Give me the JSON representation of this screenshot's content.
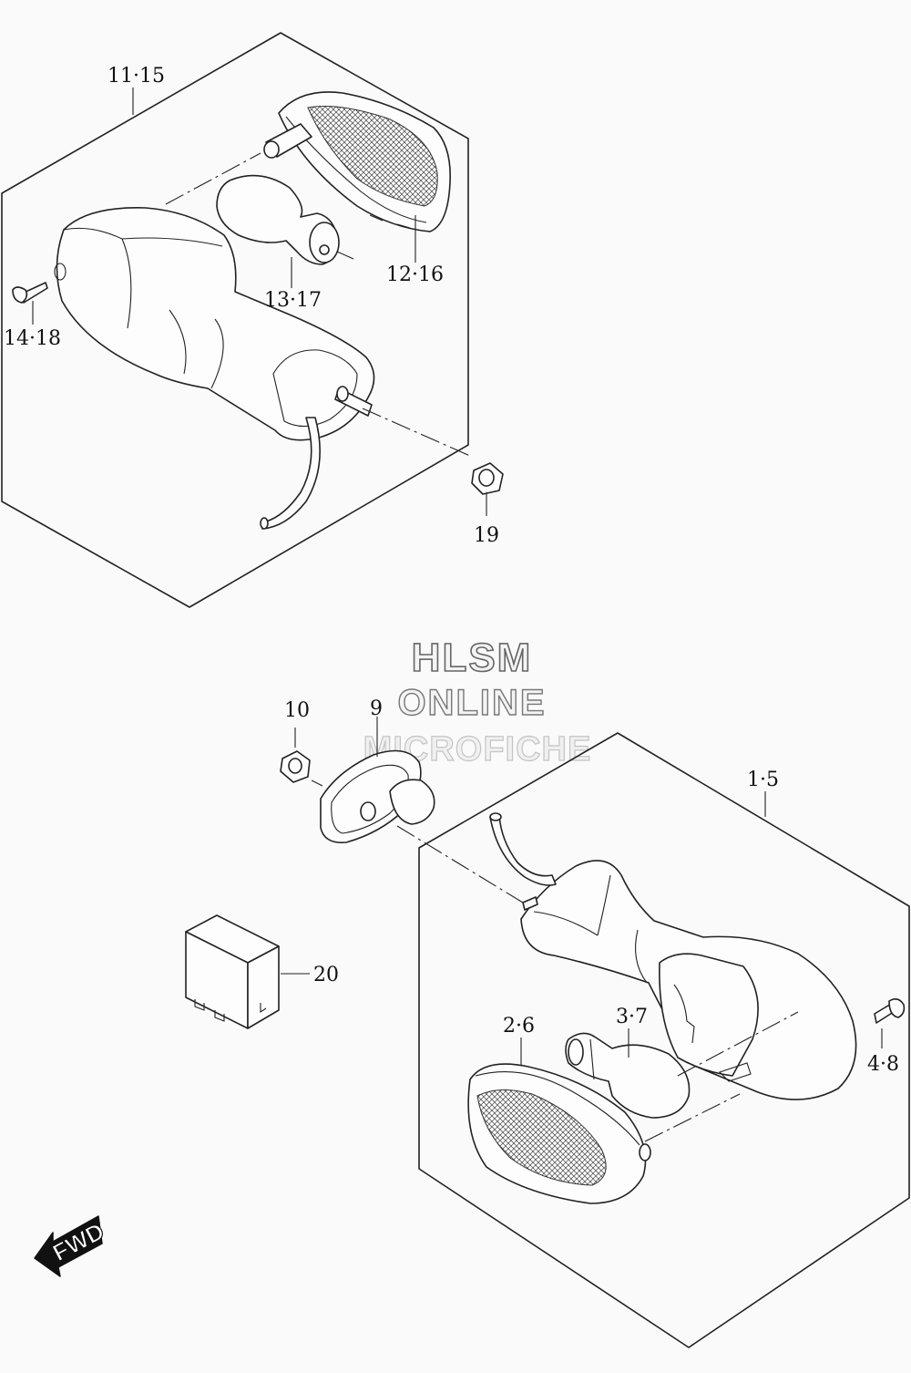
{
  "watermark": {
    "line1": "HLSM",
    "line2": "ONLINE",
    "line3": "MICROFICHE"
  },
  "arrow_label": "FWD",
  "callouts": {
    "c_11_15": "11·15",
    "c_12_16": "12·16",
    "c_13_17": "13·17",
    "c_14_18": "14·18",
    "c_19": "19",
    "c_10": "10",
    "c_9": "9",
    "c_1_5": "1·5",
    "c_20": "20",
    "c_2_6": "2·6",
    "c_3_7": "3·7",
    "c_4_8": "4·8"
  }
}
